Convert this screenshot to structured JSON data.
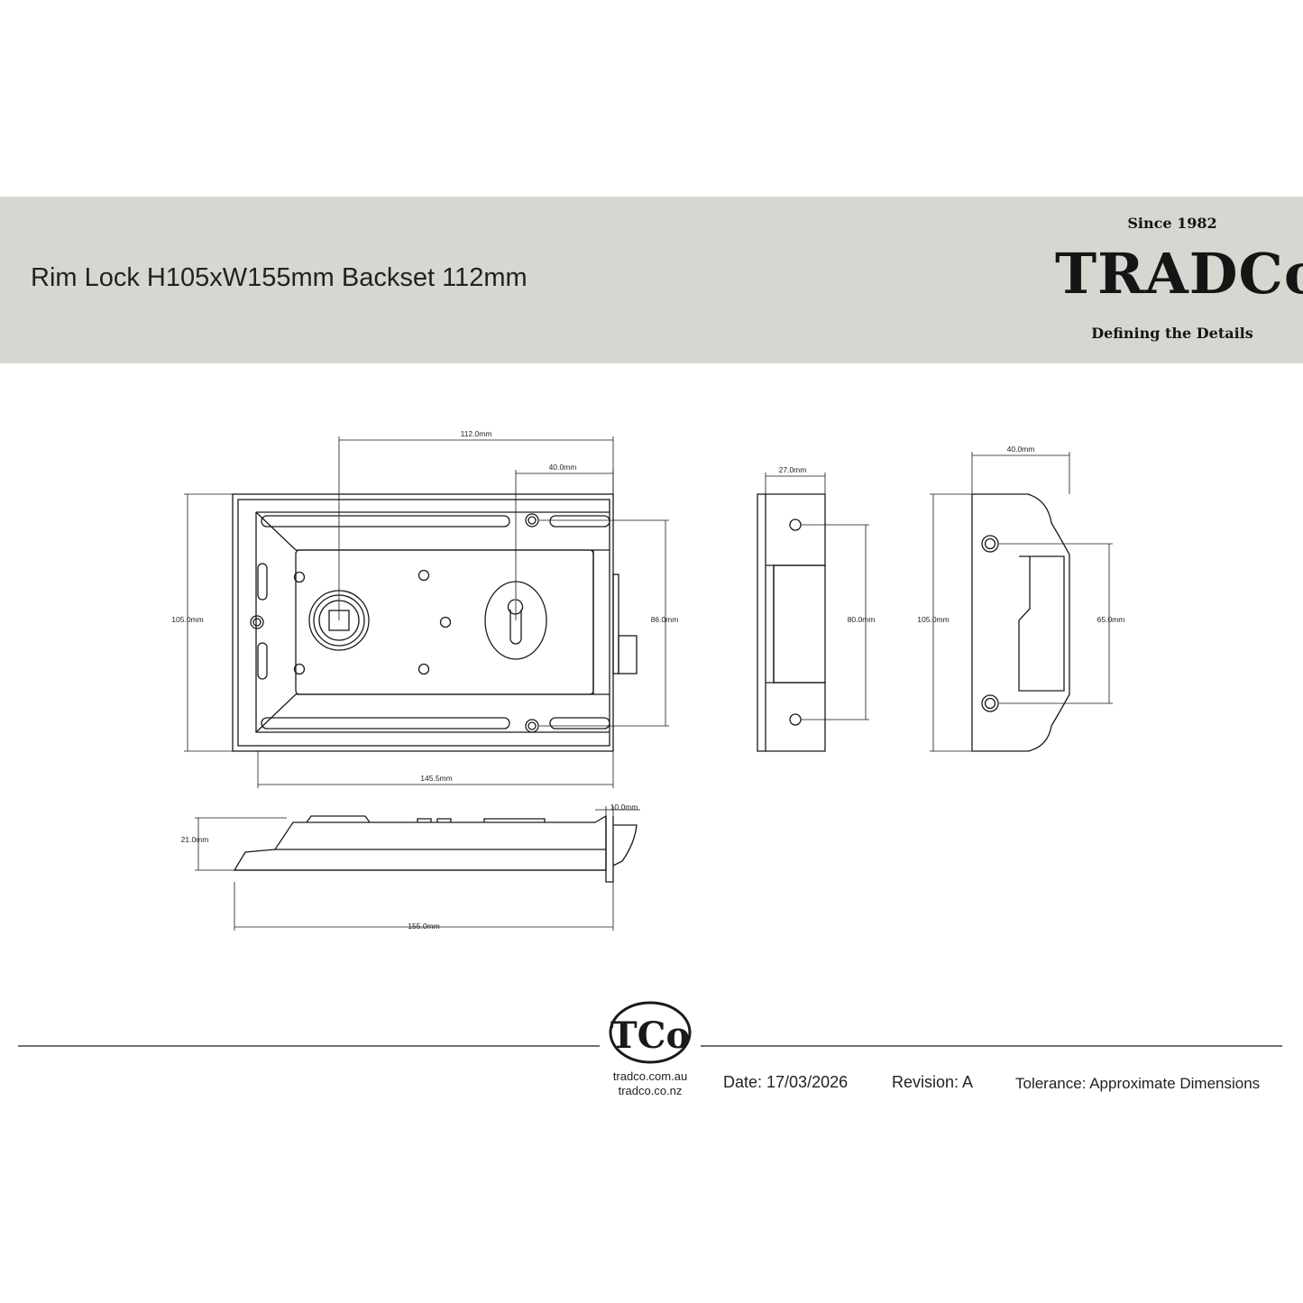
{
  "header": {
    "title": "Rim Lock H105xW155mm Backset 112mm",
    "logo": {
      "since": "Since 1982",
      "brand": "TRADCo",
      "tagline": "Defining the Details"
    }
  },
  "dimensions": {
    "backset": "112.0mm",
    "keyhole_offset": "40.0mm",
    "height_front": "105.0mm",
    "fixing_centres": "86.0mm",
    "case_width": "145.5mm",
    "keeper_depth": "27.0mm",
    "keeper_fixing": "80.0mm",
    "strike_width": "40.0mm",
    "strike_height": "105.0mm",
    "strike_fixing": "65.0mm",
    "thickness": "21.0mm",
    "flange": "10.0mm",
    "overall_width": "155.0mm"
  },
  "footer": {
    "monogram": "TCo",
    "site_au": "tradco.com.au",
    "site_nz": "tradco.co.nz",
    "date": "Date: 17/03/2026",
    "revision": "Revision: A",
    "tolerance": "Tolerance: Approximate Dimensions"
  },
  "colors": {
    "header_band": "#d8d6d1",
    "line": "#1a1a1a"
  }
}
